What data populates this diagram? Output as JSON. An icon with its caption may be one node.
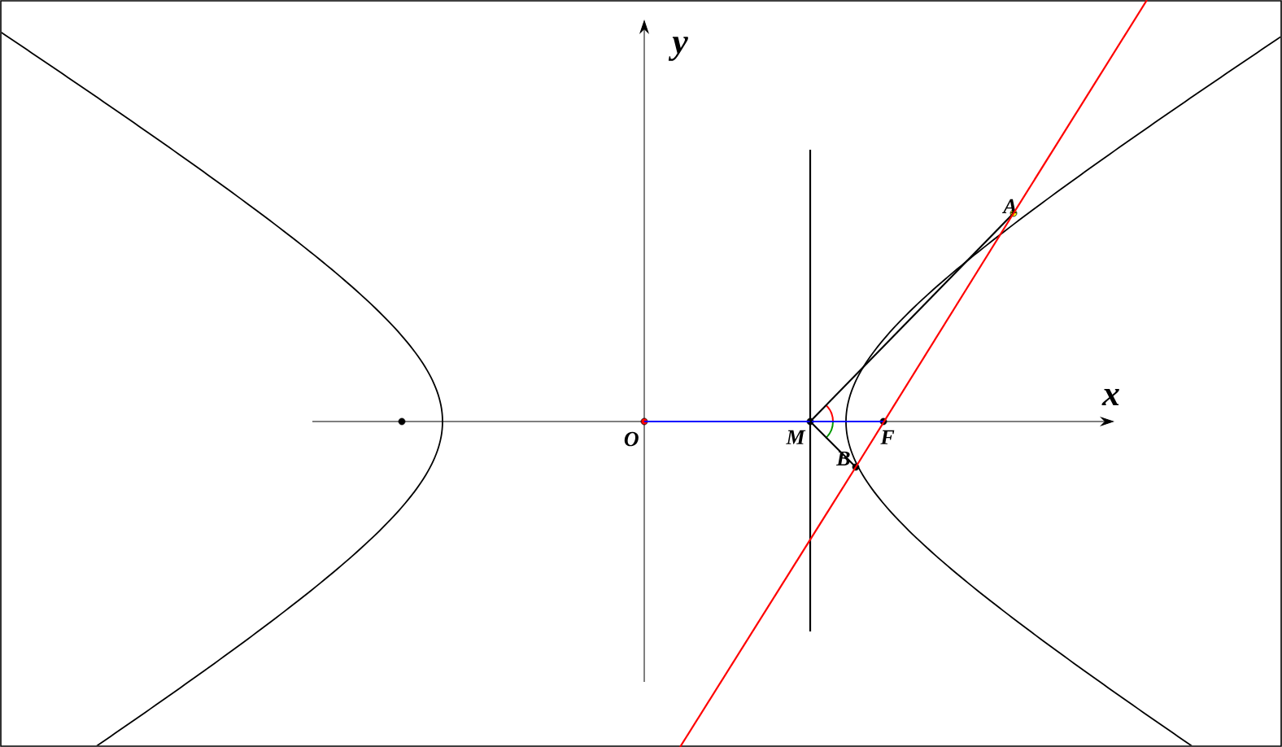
{
  "diagram": {
    "nodes": [
      {
        "text": [
          "O"
        ]
      },
      {
        "text": [
          "M"
        ]
      },
      {
        "text": [
          "F"
        ]
      },
      {
        "text": [
          "A"
        ]
      },
      {
        "text": [
          "B"
        ]
      },
      {
        "text": [],
        "shape": "circle"
      }
    ],
    "edges": [
      {
        "from": 0,
        "to": 2,
        "arrow": "none",
        "color": "#0000ff"
      },
      {
        "from": 1,
        "to": 3,
        "arrow": "none"
      },
      {
        "from": 1,
        "to": 4,
        "arrow": "none"
      },
      {
        "from": 4,
        "to": 3,
        "arrow": "none",
        "color": "#ff0000"
      }
    ],
    "labels": [
      "x",
      "y"
    ]
  }
}
